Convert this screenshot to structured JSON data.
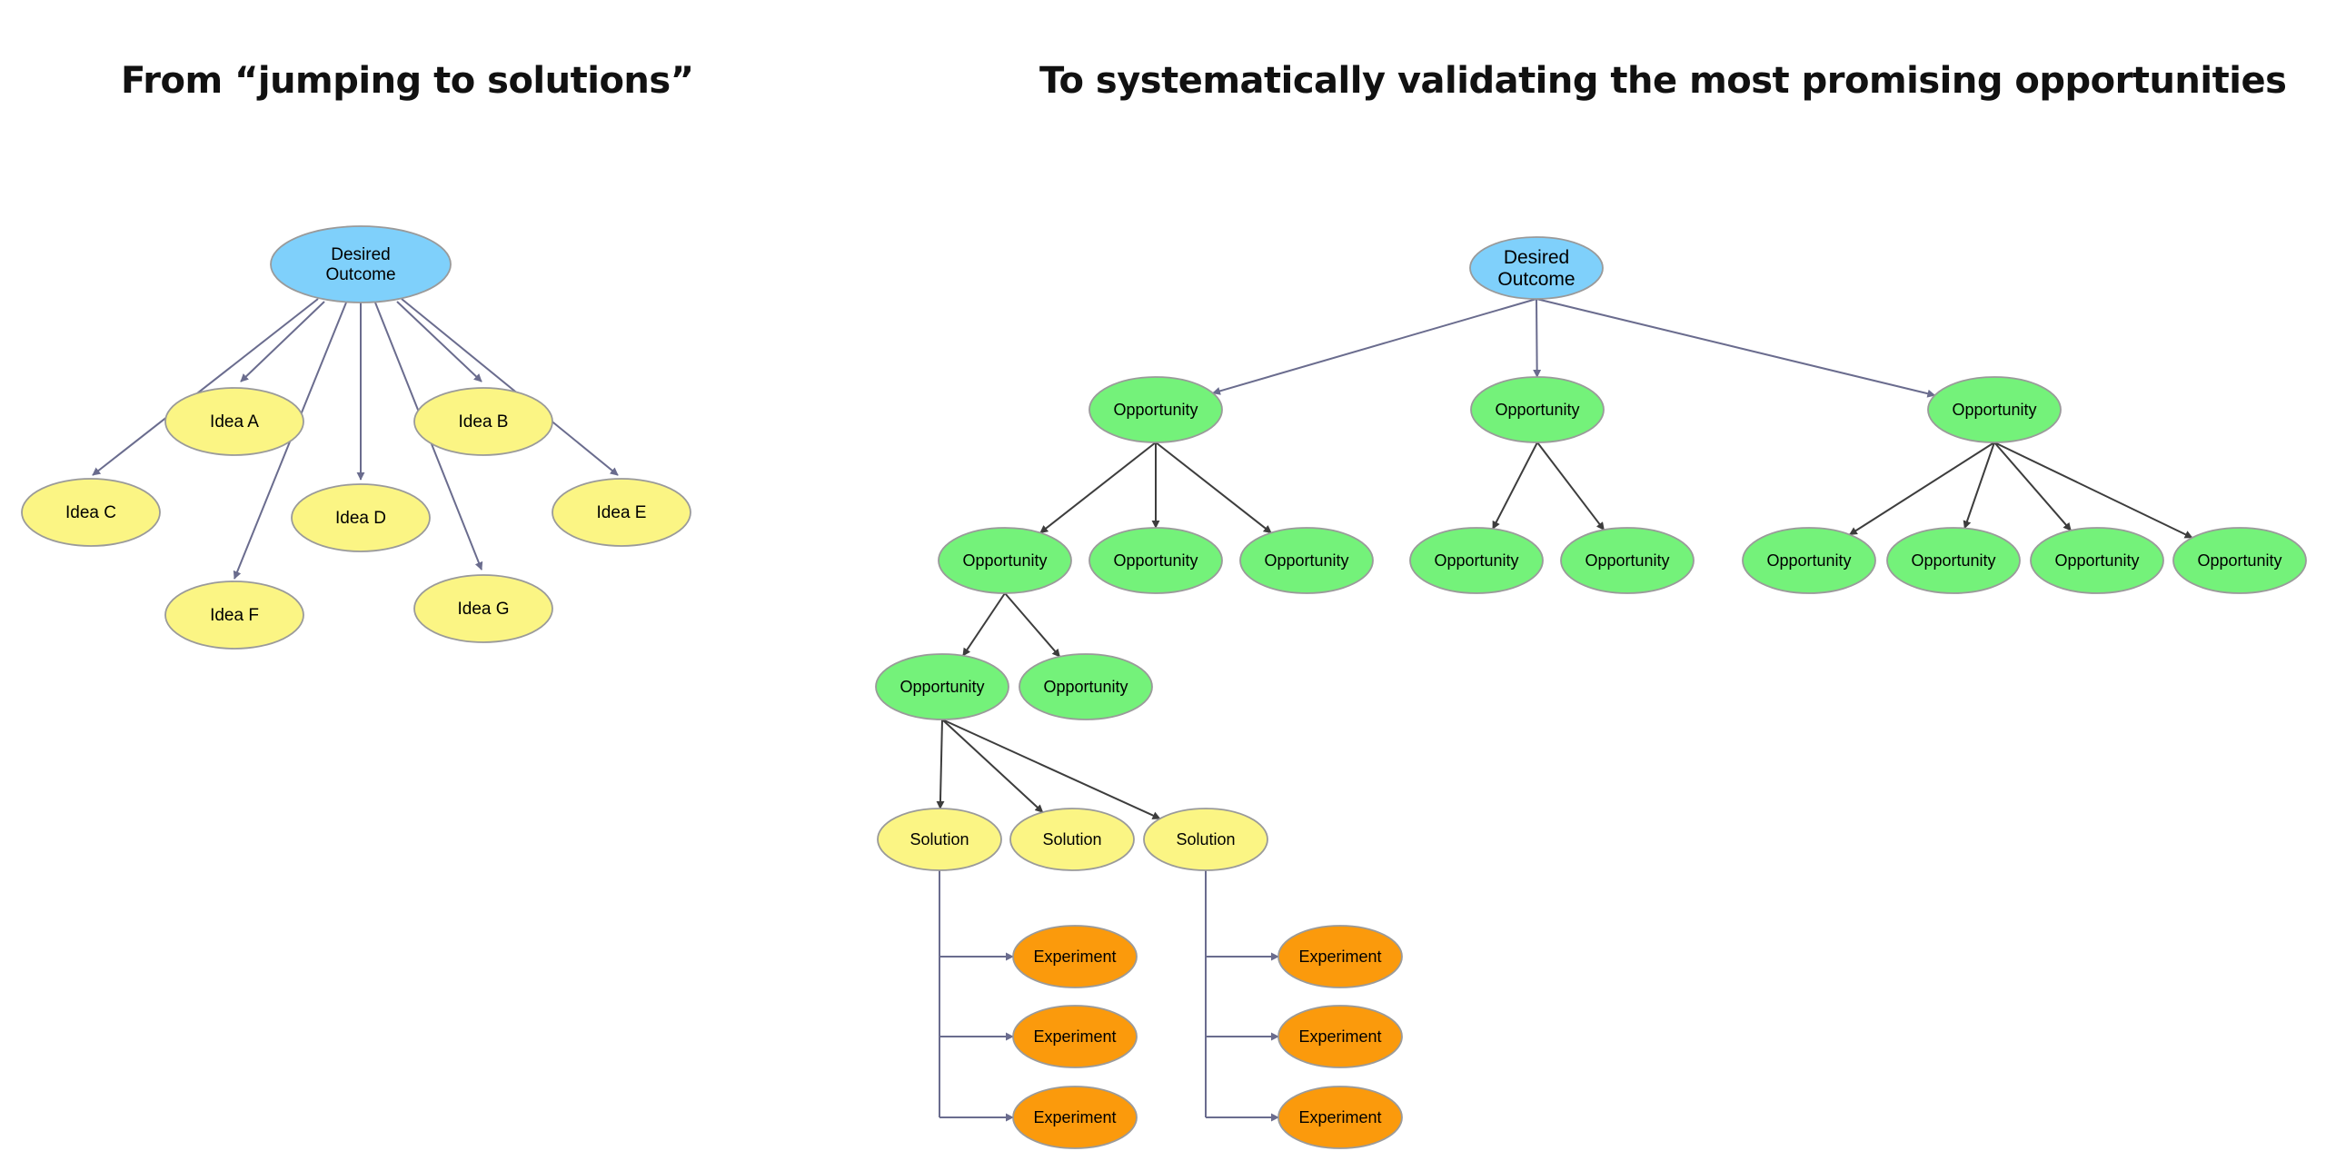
{
  "titles": {
    "left": "From “jumping to solutions”",
    "right": "To systematically validating the most promising opportunities"
  },
  "colors": {
    "outcome": "#7fd0fb",
    "idea": "#fbf584",
    "opportunity": "#74f27a",
    "solution": "#fbf584",
    "experiment": "#fb9a0c"
  },
  "left_diagram": {
    "root": {
      "id": "L0",
      "type": "outcome",
      "label": "Desired Outcome"
    },
    "nodes": [
      {
        "id": "LA",
        "type": "idea",
        "label": "Idea A"
      },
      {
        "id": "LB",
        "type": "idea",
        "label": "Idea B"
      },
      {
        "id": "LC",
        "type": "idea",
        "label": "Idea C"
      },
      {
        "id": "LD",
        "type": "idea",
        "label": "Idea D"
      },
      {
        "id": "LE",
        "type": "idea",
        "label": "Idea E"
      },
      {
        "id": "LF",
        "type": "idea",
        "label": "Idea F"
      },
      {
        "id": "LG",
        "type": "idea",
        "label": "Idea G"
      }
    ],
    "edges": [
      [
        "L0",
        "LA"
      ],
      [
        "L0",
        "LB"
      ],
      [
        "L0",
        "LC"
      ],
      [
        "L0",
        "LD"
      ],
      [
        "L0",
        "LE"
      ],
      [
        "L0",
        "LF"
      ],
      [
        "L0",
        "LG"
      ]
    ]
  },
  "right_diagram": {
    "nodes": [
      {
        "id": "R0",
        "type": "outcome",
        "label": "Desired Outcome"
      },
      {
        "id": "O1",
        "type": "opportunity",
        "label": "Opportunity"
      },
      {
        "id": "O2",
        "type": "opportunity",
        "label": "Opportunity"
      },
      {
        "id": "O3",
        "type": "opportunity",
        "label": "Opportunity"
      },
      {
        "id": "O11",
        "type": "opportunity",
        "label": "Opportunity"
      },
      {
        "id": "O12",
        "type": "opportunity",
        "label": "Opportunity"
      },
      {
        "id": "O13",
        "type": "opportunity",
        "label": "Opportunity"
      },
      {
        "id": "O21",
        "type": "opportunity",
        "label": "Opportunity"
      },
      {
        "id": "O22",
        "type": "opportunity",
        "label": "Opportunity"
      },
      {
        "id": "O31",
        "type": "opportunity",
        "label": "Opportunity"
      },
      {
        "id": "O32",
        "type": "opportunity",
        "label": "Opportunity"
      },
      {
        "id": "O33",
        "type": "opportunity",
        "label": "Opportunity"
      },
      {
        "id": "O34",
        "type": "opportunity",
        "label": "Opportunity"
      },
      {
        "id": "O111",
        "type": "opportunity",
        "label": "Opportunity"
      },
      {
        "id": "O112",
        "type": "opportunity",
        "label": "Opportunity"
      },
      {
        "id": "S1",
        "type": "solution",
        "label": "Solution"
      },
      {
        "id": "S2",
        "type": "solution",
        "label": "Solution"
      },
      {
        "id": "S3",
        "type": "solution",
        "label": "Solution"
      },
      {
        "id": "E11",
        "type": "experiment",
        "label": "Experiment"
      },
      {
        "id": "E12",
        "type": "experiment",
        "label": "Experiment"
      },
      {
        "id": "E13",
        "type": "experiment",
        "label": "Experiment"
      },
      {
        "id": "E31",
        "type": "experiment",
        "label": "Experiment"
      },
      {
        "id": "E32",
        "type": "experiment",
        "label": "Experiment"
      },
      {
        "id": "E33",
        "type": "experiment",
        "label": "Experiment"
      }
    ],
    "edges": [
      [
        "R0",
        "O1"
      ],
      [
        "R0",
        "O2"
      ],
      [
        "R0",
        "O3"
      ],
      [
        "O1",
        "O11"
      ],
      [
        "O1",
        "O12"
      ],
      [
        "O1",
        "O13"
      ],
      [
        "O2",
        "O21"
      ],
      [
        "O2",
        "O22"
      ],
      [
        "O3",
        "O31"
      ],
      [
        "O3",
        "O32"
      ],
      [
        "O3",
        "O33"
      ],
      [
        "O3",
        "O34"
      ],
      [
        "O11",
        "O111"
      ],
      [
        "O11",
        "O112"
      ],
      [
        "O111",
        "S1"
      ],
      [
        "O111",
        "S2"
      ],
      [
        "O111",
        "S3"
      ],
      [
        "S1",
        "E11"
      ],
      [
        "S1",
        "E12"
      ],
      [
        "S1",
        "E13"
      ],
      [
        "S3",
        "E31"
      ],
      [
        "S3",
        "E32"
      ],
      [
        "S3",
        "E33"
      ]
    ]
  }
}
